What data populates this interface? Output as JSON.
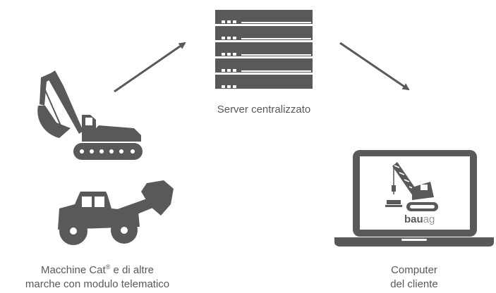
{
  "server": {
    "label": "Server centralizzato"
  },
  "machines": {
    "label_line1_prefix": "Macchine Cat",
    "label_line1_sup": "®",
    "label_line1_suffix": " e di altre",
    "label_line2": "marche con modulo telematico"
  },
  "computer": {
    "label_line1": "Computer",
    "label_line2": "del cliente",
    "screen_logo_bold": "bau",
    "screen_logo_light": "ag"
  },
  "colors": {
    "icon": "#58595b",
    "text": "#58595b",
    "server_lights": "#ffffff",
    "screen_bg": "#ffffff"
  },
  "icons": [
    "excavator-icon",
    "wheel-loader-icon",
    "server-rack-icon",
    "laptop-icon",
    "crawler-crane-icon",
    "arrow-right-icon"
  ]
}
